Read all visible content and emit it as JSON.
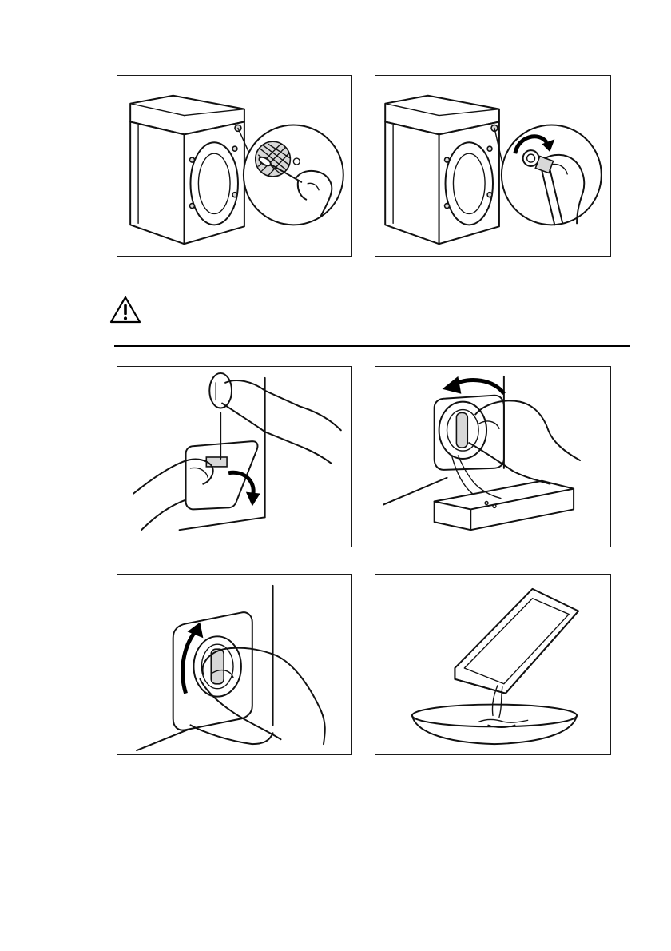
{
  "figures": [
    {
      "id": "fig-clean-inlet-filter",
      "icon": "washing-machine-inlet-filter-cleaning"
    },
    {
      "id": "fig-reconnect-inlet-hose",
      "icon": "washing-machine-inlet-hose-tightening"
    },
    {
      "id": "fig-open-filter-flap",
      "icon": "screwdriver-open-flap"
    },
    {
      "id": "fig-unscrew-drain-filter",
      "icon": "drain-filter-unscrew-counterclockwise"
    },
    {
      "id": "fig-screw-drain-filter",
      "icon": "drain-filter-screw-clockwise"
    },
    {
      "id": "fig-empty-container",
      "icon": "empty-water-container"
    }
  ],
  "warning": {
    "icon": "warning-triangle-icon"
  },
  "colors": {
    "ink": "#111111",
    "background": "#ffffff"
  }
}
